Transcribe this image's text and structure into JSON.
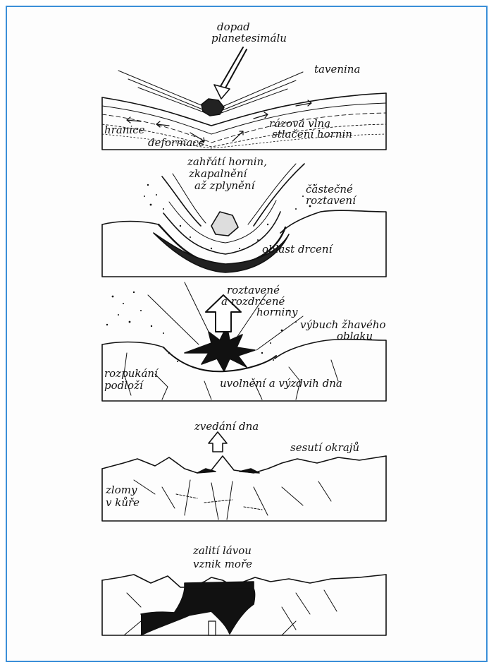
{
  "colors": {
    "frame": "#3b8fd8",
    "ink": "#111111"
  },
  "stages": [
    {
      "name": "impact",
      "labels": {
        "dopad": "dopad",
        "planetesimal": "planetesimálu",
        "tavenina": "tavenina",
        "hranice": "hranice",
        "deformace": "deformace",
        "razova": "rázová vlna",
        "stlaceni": "stlačení hornin"
      }
    },
    {
      "name": "heating",
      "labels": {
        "zahrati": "zahřátí hornin,",
        "zkapalneni": "zkapalnění",
        "zplyneni": "až zplynění",
        "castecne": "částečné",
        "roztaveni": "roztavení",
        "drceni": "oblast drcení"
      }
    },
    {
      "name": "explosion",
      "labels": {
        "roztavene": "roztavené",
        "rozdrcene": "a rozdrcené",
        "horniny": "horniny",
        "vybuch": "výbuch žhavého",
        "oblaku": "oblaku",
        "rozpukani": "rozpukání",
        "podlozi": "podloží",
        "uvolneni": "uvolnění a výzdvih dna"
      }
    },
    {
      "name": "uplift",
      "labels": {
        "zvedani": "zvedání dna",
        "sesuti": "sesutí okrajů",
        "zlomy": "zlomy",
        "vkure": "v kůře"
      }
    },
    {
      "name": "flooding",
      "labels": {
        "zaliti": "zalití lávou",
        "vznik": "vznik moře"
      }
    }
  ]
}
